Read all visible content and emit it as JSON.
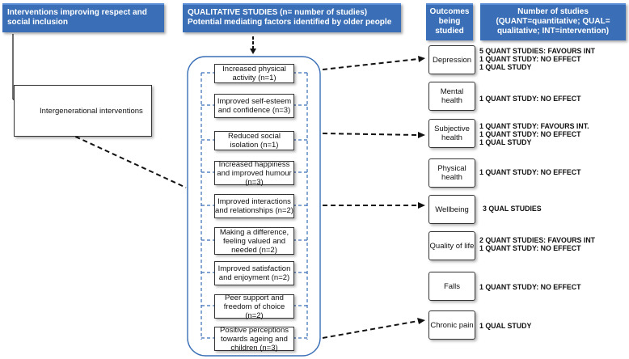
{
  "headers": {
    "interventions": "Interventions improving respect and social inclusion",
    "qualitative": "QUALITATIVE STUDIES (n= number of studies) Potential mediating factors identified by older people",
    "outcomes": "Outcomes being studied",
    "number_of_studies": "Number of studies (QUANT=quantitative; QUAL= qualitative; INT=intervention)"
  },
  "intervention_box": "Intergenerational interventions",
  "mediating_factors": [
    "Increased physical activity (n=1)",
    "Improved self-esteem and confidence (n=3)",
    "Reduced social isolation (n=1)",
    "Increased happiness and improved humour (n=3)",
    "Improved interactions and relationships (n=2)",
    "Making a difference, feeling valued and needed (n=2)",
    "Improved satisfaction and enjoyment (n=2)",
    "Peer support and freedom of choice (n=2)",
    "Positive perceptions towards ageing and children (n=3)"
  ],
  "outcomes": [
    {
      "label": "Depression",
      "results": [
        "5 QUANT STUDIES: FAVOURS INT",
        "1 QUANT STUDY: NO EFFECT",
        "1 QUAL STUDY"
      ]
    },
    {
      "label": "Mental health",
      "results": [
        "1 QUANT STUDY: NO EFFECT"
      ]
    },
    {
      "label": "Subjective health",
      "results": [
        "1 QUANT STUDY: FAVOURS INT.",
        "1 QUANT STUDY: NO EFFECT",
        "1 QUAL STUDY"
      ]
    },
    {
      "label": "Physical health",
      "results": [
        "1 QUANT STUDY: NO EFFECT"
      ]
    },
    {
      "label": "Wellbeing",
      "results": [
        "3 QUAL STUDIES"
      ]
    },
    {
      "label": "Quality of life",
      "results": [
        "2 QUANT STUDIES: FAVOURS INT",
        "1 QUANT STUDY: NO EFFECT"
      ]
    },
    {
      "label": "Falls",
      "results": [
        "1 QUANT STUDY: NO EFFECT"
      ]
    },
    {
      "label": "Chronic pain",
      "results": [
        "1 QUAL STUDY"
      ]
    }
  ],
  "colors": {
    "header_blue": "#3a6fb7",
    "container_border": "#3a6fb7"
  }
}
